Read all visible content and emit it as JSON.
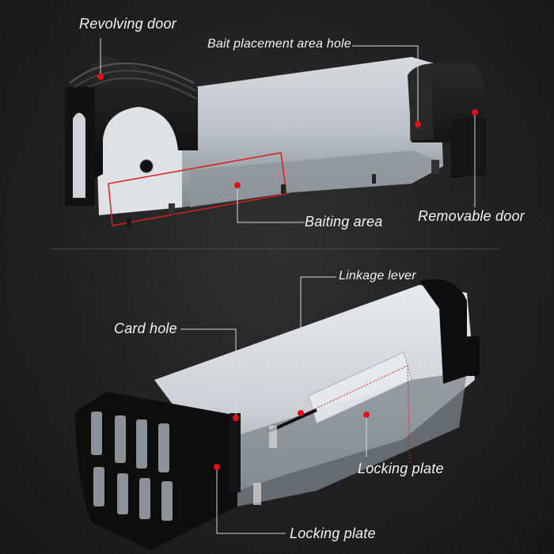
{
  "top_panel": {
    "labels": {
      "revolving_door": "Revolving door",
      "bait_placement_area_hole": "Bait placement area hole",
      "baiting_area": "Baiting area",
      "removable_door": "Removable door"
    }
  },
  "bottom_panel": {
    "labels": {
      "linkage_lever": "Linkage lever",
      "card_hole": "Card hole",
      "locking_plate_right": "Locking plate",
      "locking_plate_bottom": "Locking plate"
    }
  },
  "colors": {
    "background": "#1b1b1b",
    "marker": "#e0101a",
    "leader_line": "#d8d8d8",
    "highlight_box": "#d42020"
  }
}
